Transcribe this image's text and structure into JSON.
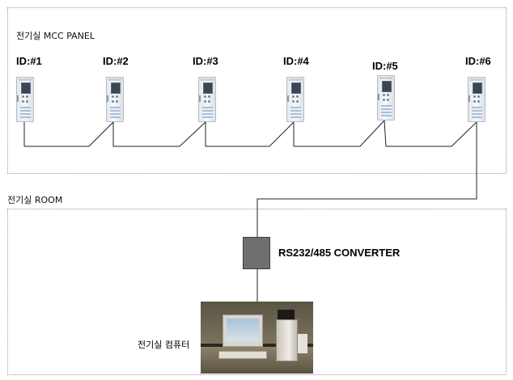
{
  "mcc_section": {
    "title": "전기실 MCC PANEL"
  },
  "room_section": {
    "title": "전기실 ROOM"
  },
  "panels": [
    {
      "id_label": "ID:#1"
    },
    {
      "id_label": "ID:#2"
    },
    {
      "id_label": "ID:#3"
    },
    {
      "id_label": "ID:#4"
    },
    {
      "id_label": "ID:#5"
    },
    {
      "id_label": "ID:#6"
    }
  ],
  "converter": {
    "label": "RS232/485 CONVERTER"
  },
  "computer": {
    "label": "전기실 컴퓨터"
  }
}
